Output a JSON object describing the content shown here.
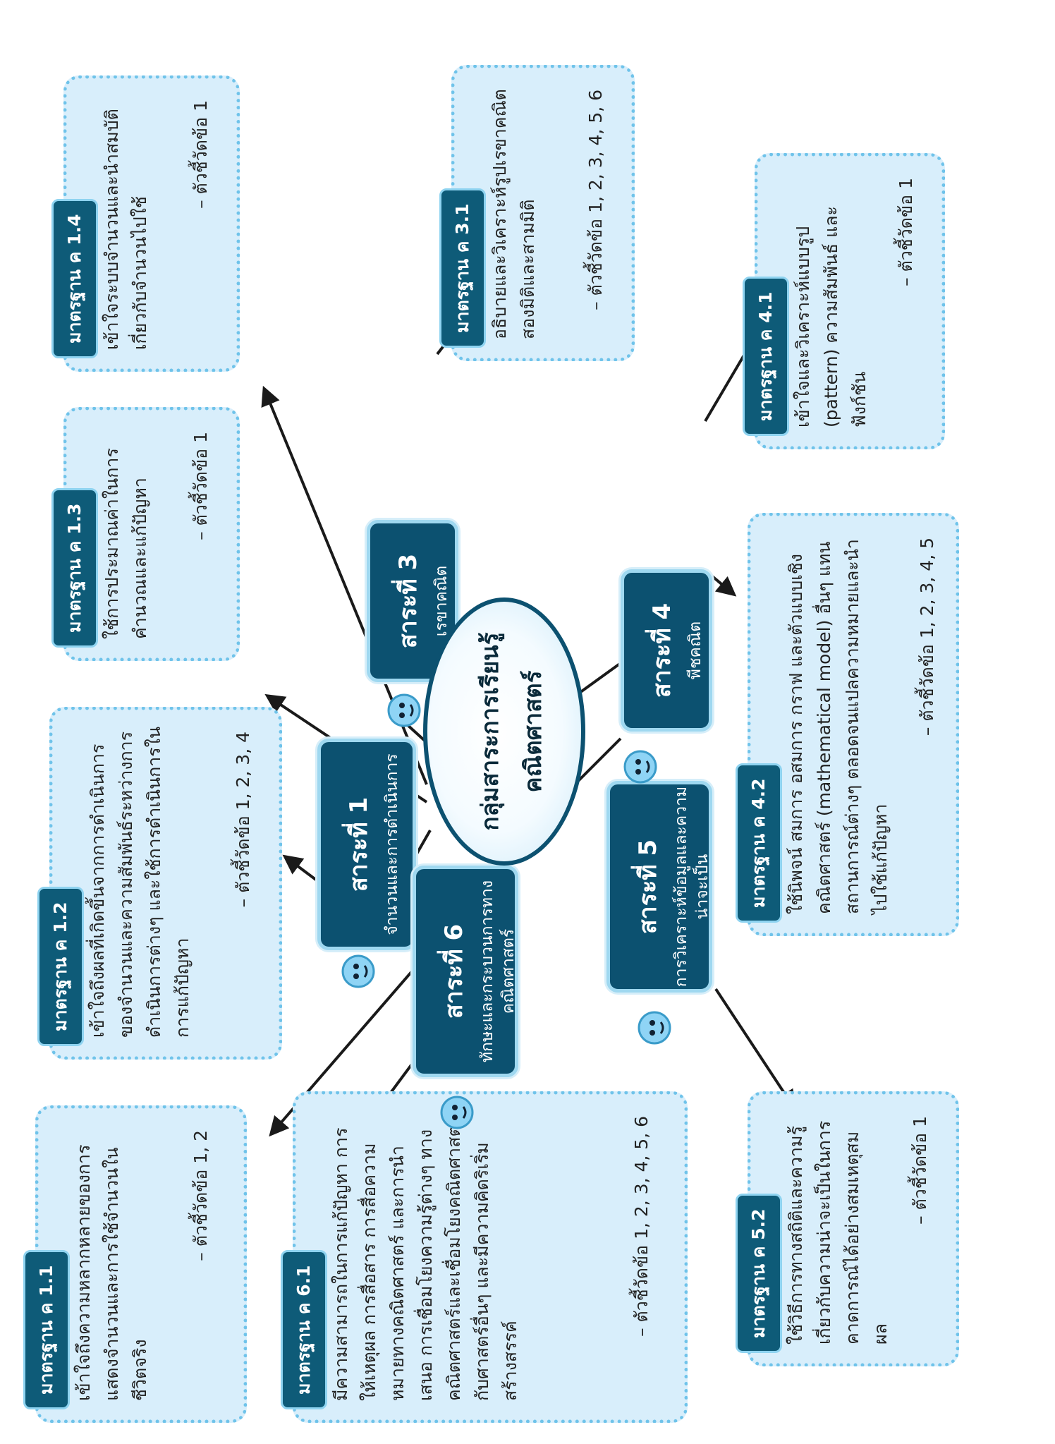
{
  "center": {
    "line1": "กลุ่มสาระการเรียนรู้",
    "line2": "คณิตศาสตร์"
  },
  "strands": [
    {
      "id": "s1",
      "title": "สาระที่ 1",
      "name": "จำนวนและการดำเนินการ"
    },
    {
      "id": "s3",
      "title": "สาระที่ 3",
      "name": "เรขาคณิต"
    },
    {
      "id": "s4",
      "title": "สาระที่ 4",
      "name": "พีชคณิต"
    },
    {
      "id": "s5",
      "title": "สาระที่ 5",
      "name": "การวิเคราะห์ข้อมูลและความน่าจะเป็น"
    },
    {
      "id": "s6",
      "title": "สาระที่ 6",
      "name": "ทักษะและกระบวนการทางคณิตศาสตร์"
    }
  ],
  "standards": {
    "m11": {
      "label": "มาตรฐาน ค 1.1",
      "text": "เข้าใจถึงความหลากหลายของการแสดงจำนวนและการใช้จำนวนในชีวิตจริง",
      "indicator": "– ตัวชี้วัดข้อ 1, 2"
    },
    "m12": {
      "label": "มาตรฐาน ค 1.2",
      "text": "เข้าใจถึงผลที่เกิดขึ้นจากการดำเนินการของจำนวนและความสัมพันธ์ระหว่างการดำเนินการต่างๆ และใช้การดำเนินการในการแก้ปัญหา",
      "indicator": "– ตัวชี้วัดข้อ 1, 2, 3, 4"
    },
    "m13": {
      "label": "มาตรฐาน ค 1.3",
      "text": "ใช้การประมาณค่าในการคำนวณและแก้ปัญหา",
      "indicator": "– ตัวชี้วัดข้อ 1"
    },
    "m14": {
      "label": "มาตรฐาน ค 1.4",
      "text": "เข้าใจระบบจำนวนและนำสมบัติเกี่ยวกับจำนวนไปใช้",
      "indicator": "– ตัวชี้วัดข้อ 1"
    },
    "m31": {
      "label": "มาตรฐาน ค 3.1",
      "text": "อธิบายและวิเคราะห์รูปเรขาคณิตสองมิติและสามมิติ",
      "indicator": "– ตัวชี้วัดข้อ 1, 2, 3, 4, 5, 6"
    },
    "m41": {
      "label": "มาตรฐาน ค 4.1",
      "text": "เข้าใจและวิเคราะห์แบบรูป (pattern) ความสัมพันธ์ และฟังก์ชัน",
      "indicator": "– ตัวชี้วัดข้อ 1"
    },
    "m42": {
      "label": "มาตรฐาน ค 4.2",
      "text": "ใช้นิพจน์ สมการ อสมการ กราฟ และตัวแบบเชิงคณิตศาสตร์ (mathematical model) อื่นๆ แทนสถานการณ์ต่างๆ ตลอดจนแปลความหมายและนำไปใช้แก้ปัญหา",
      "indicator": "– ตัวชี้วัดข้อ 1, 2, 3, 4, 5"
    },
    "m52": {
      "label": "มาตรฐาน ค 5.2",
      "text": "ใช้วิธีการทางสถิติและความรู้เกี่ยวกับความน่าจะเป็นในการคาดการณ์ได้อย่างสมเหตุสมผล",
      "indicator": "– ตัวชี้วัดข้อ 1"
    },
    "m61": {
      "label": "มาตรฐาน ค 6.1",
      "text": "มีความสามารถในการแก้ปัญหา การให้เหตุผล การสื่อสาร การสื่อความหมายทางคณิตศาสตร์ และการนำเสนอ การเชื่อมโยงความรู้ต่างๆ ทางคณิตศาสตร์และเชื่อมโยงคณิตศาสตร์กับศาสตร์อื่นๆ และมีความคิดริเริ่มสร้างสรรค์",
      "indicator": "– ตัวชี้วัดข้อ 1, 2, 3, 4, 5, 6"
    }
  },
  "colors": {
    "strand_fill": "#0c5170",
    "box_fill": "#d8eefb",
    "box_border": "#6fc3ea",
    "arrow": "#1a1a1a"
  }
}
